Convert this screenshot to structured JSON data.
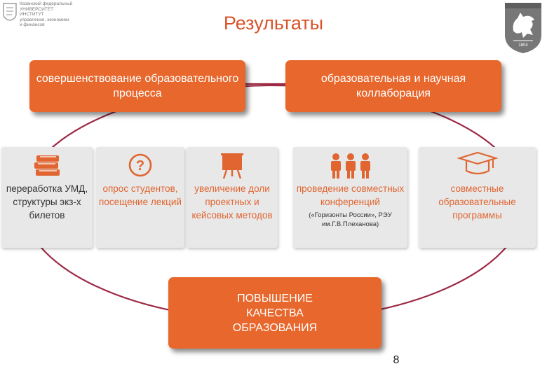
{
  "institute": {
    "lines": [
      "Казанский федеральный",
      "УНИВЕРСИТЕТ",
      "ИНСТИТУТ",
      "управления, экономики",
      "и финансов"
    ]
  },
  "title": "Результаты",
  "top_boxes": [
    {
      "text": "совершенствование образовательного процесса"
    },
    {
      "text": "образовательная и научная коллаборация"
    }
  ],
  "cards": [
    {
      "icon": "books-icon",
      "text": "переработка УМД, структуры экз-х билетов"
    },
    {
      "icon": "question-icon",
      "text": "опрос студентов, посещение лекций"
    },
    {
      "icon": "presentation-board-icon",
      "text": "увеличение доли проектных и кейсовых методов"
    },
    {
      "icon": "people-group-icon",
      "text": "проведение совместных конференций",
      "sub": "(«Горизонты России», РЭУ им.Г.В.Плеханова)"
    },
    {
      "icon": "graduation-cap-icon",
      "text": "совместные образовательные программы"
    }
  ],
  "result_box": {
    "text": "ПОВЫШЕНИЕ КАЧЕСТВА ОБРАЗОВАНИЯ"
  },
  "kfu_logo": {
    "year": "1804"
  },
  "page_number": "8",
  "colors": {
    "accent": "#e8672c",
    "ring": "#9c2a45",
    "card_bg": "#e8e8e8",
    "title": "#d9532a"
  }
}
